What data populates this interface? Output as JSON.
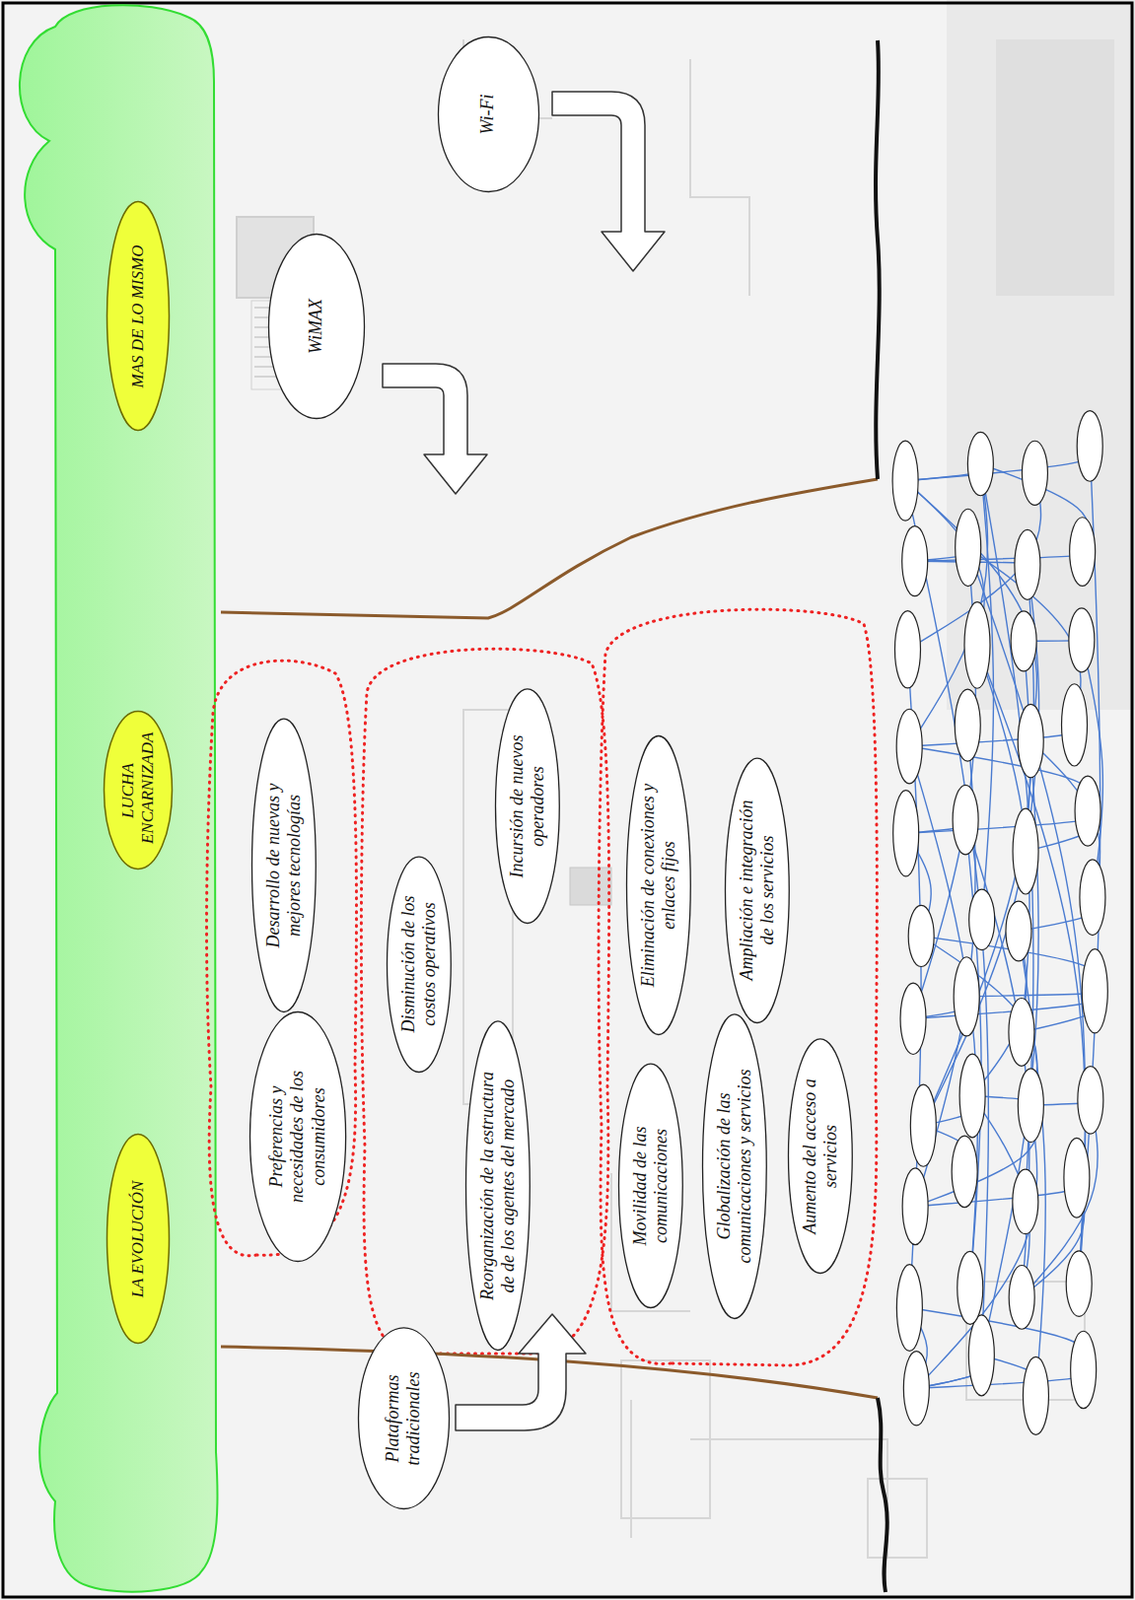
{
  "diagram": {
    "nodes": [
      {
        "text": [
          "LA EVOLUCIÓN"
        ]
      },
      {
        "text": [
          "LUCHA ENCARNIZADA"
        ]
      },
      {
        "text": [
          "MAS DE LO MISMO"
        ]
      },
      {
        "text": [
          "Preferencias y necesidades de los consumidores"
        ]
      },
      {
        "text": [
          "Desarrollo de nuevas y mejores tecnologías"
        ]
      },
      {
        "text": [
          "Reorganización de la estructura de de los agentes del mercado"
        ]
      },
      {
        "text": [
          "Disminución de los costos operativos"
        ]
      },
      {
        "text": [
          "Incursión de nuevos operadores"
        ]
      },
      {
        "text": [
          "Movilidad de las comunicaciones"
        ]
      },
      {
        "text": [
          "Eliminación de conexiones y enlaces fijos"
        ]
      },
      {
        "text": [
          "Globalización de las comunicaciones y servicios"
        ]
      },
      {
        "text": [
          "Ampliación e integración de los servicios"
        ]
      },
      {
        "text": [
          "Aumento del acceso a servicios"
        ]
      },
      {
        "text": [
          "WiMAX"
        ]
      },
      {
        "text": [
          "Wi-Fi"
        ]
      },
      {
        "text": [
          "Plataformas tradicionales"
        ]
      }
    ]
  }
}
